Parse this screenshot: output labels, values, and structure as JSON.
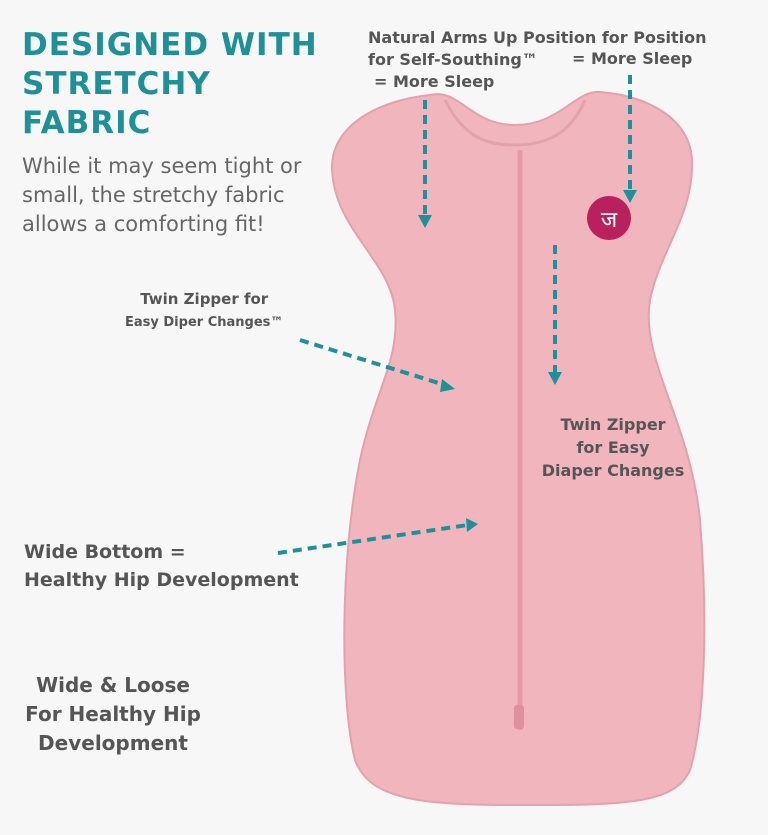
{
  "headline": [
    "DESIGNED WITH",
    "STRETCHY",
    "FABRIC"
  ],
  "subtext": "While it may seem tight or small, the stretchy fabric allows a comforting fit!",
  "callouts": {
    "arms_up": [
      "Natural Arms Up Position for Position",
      "for Self-Southing™",
      "= More Sleep"
    ],
    "more_sleep": "= More Sleep",
    "zipper_left": [
      "Twin Zipper for",
      "Easy Diper Changes™"
    ],
    "zipper_right": [
      "Twin Zipper",
      "for Easy",
      "Diaper Changes"
    ],
    "wide_bottom": [
      "Wide Bottom =",
      "Healthy Hip Development"
    ],
    "wide_loose": [
      "Wide & Loose",
      "For Healthy Hip",
      "Development"
    ]
  },
  "logo_text": "ज",
  "colors": {
    "teal": "#1f9098",
    "garment": "#f1b5be",
    "logo": "#b8215d"
  }
}
